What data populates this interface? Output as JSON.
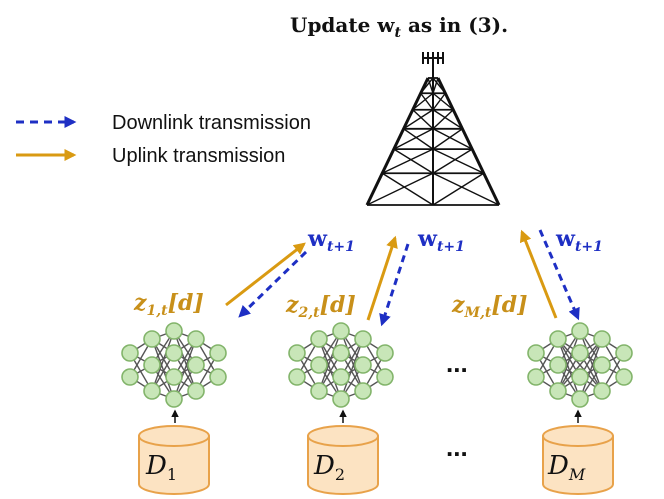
{
  "header": {
    "prefix": "Update ",
    "w": "w",
    "sub": "t",
    "suffix": " as in (3)."
  },
  "legend": {
    "downlink": "Downlink transmission",
    "uplink": "Uplink transmission"
  },
  "colors": {
    "downlink": "#1e2fc4",
    "uplink": "#d99a12",
    "neuron_fill": "#c8e6b8",
    "neuron_stroke": "#82b46a",
    "db_fill": "#fce3c2",
    "db_stroke": "#e8a24a",
    "tower": "#111111"
  },
  "downlink_labels": [
    {
      "base": "w",
      "sub": "t+1"
    },
    {
      "base": "w",
      "sub": "t+1"
    },
    {
      "base": "w",
      "sub": "t+1"
    }
  ],
  "uplink_labels": [
    {
      "z": "z",
      "sub": "1,t",
      "arg": "[d]"
    },
    {
      "z": "z",
      "sub": "2,t",
      "arg": "[d]"
    },
    {
      "z": "z",
      "sub": "M,t",
      "arg": "[d]"
    }
  ],
  "datasets": [
    {
      "base": "D",
      "sub": "1"
    },
    {
      "base": "D",
      "sub": "2"
    },
    {
      "base": "D",
      "sub": "M"
    }
  ],
  "ellipsis": "..."
}
